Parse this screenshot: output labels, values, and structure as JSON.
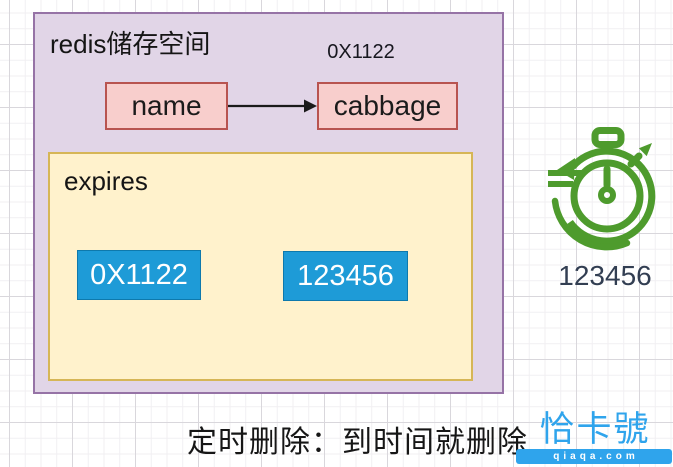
{
  "diagram": {
    "storage_title": "redis储存空间",
    "pointer_label": "0X1122",
    "key_label": "name",
    "value_label": "cabbage",
    "expires_title": "expires",
    "expires_entries": [
      "0X1122",
      "123456"
    ]
  },
  "timer": {
    "icon": "stopwatch-icon",
    "value": "123456"
  },
  "caption": "定时删除：到时间就删除",
  "logo": {
    "brand": "恰卡號",
    "domain": "qiaqa.com"
  },
  "colors": {
    "container_fill": "#E1D5E7",
    "container_stroke": "#9673A6",
    "key_value_fill": "#F8CECC",
    "key_value_stroke": "#B85450",
    "expires_fill": "#FFF2CC",
    "expires_stroke": "#D6B656",
    "entry_fill": "#1E9BD7",
    "entry_stroke": "#0E79AC",
    "arrow_black": "#1a1a1a",
    "timer_green": "#4E9B2D",
    "timer_value_text": "#323E52",
    "logo_blue": "#2FA4EC"
  }
}
